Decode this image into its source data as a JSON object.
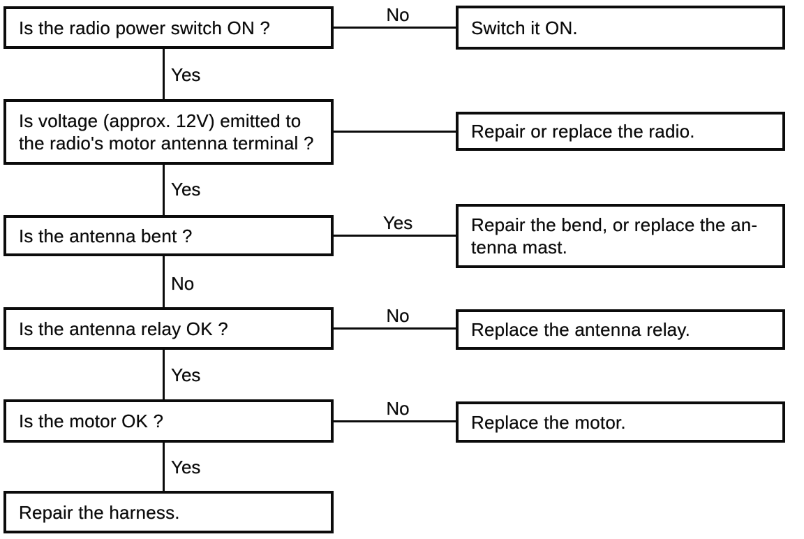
{
  "page": {
    "background": "#ffffff",
    "ink_color": "#0b0b0b",
    "kind": "troubleshooting-flowchart"
  },
  "flowchart": {
    "steps": [
      {
        "question_lines": [
          "Is the radio power switch ON ?"
        ],
        "branch_label": "No",
        "action_lines": [
          "Switch it ON."
        ],
        "next_label": "Yes"
      },
      {
        "question_lines": [
          "Is voltage (approx. 12V) emitted to",
          "the radio's motor antenna terminal ?"
        ],
        "branch_label": "",
        "action_lines": [
          "Repair or replace the radio."
        ],
        "next_label": "Yes"
      },
      {
        "question_lines": [
          "Is the antenna bent ?"
        ],
        "branch_label": "Yes",
        "action_lines": [
          "Repair the bend, or replace the an-",
          "tenna mast."
        ],
        "next_label": "No"
      },
      {
        "question_lines": [
          "Is the antenna relay OK ?"
        ],
        "branch_label": "No",
        "action_lines": [
          "Replace the antenna relay."
        ],
        "next_label": "Yes"
      },
      {
        "question_lines": [
          "Is the motor OK ?"
        ],
        "branch_label": "No",
        "action_lines": [
          "Replace the motor."
        ],
        "next_label": "Yes"
      },
      {
        "question_lines": [
          "Repair the harness."
        ]
      }
    ]
  }
}
